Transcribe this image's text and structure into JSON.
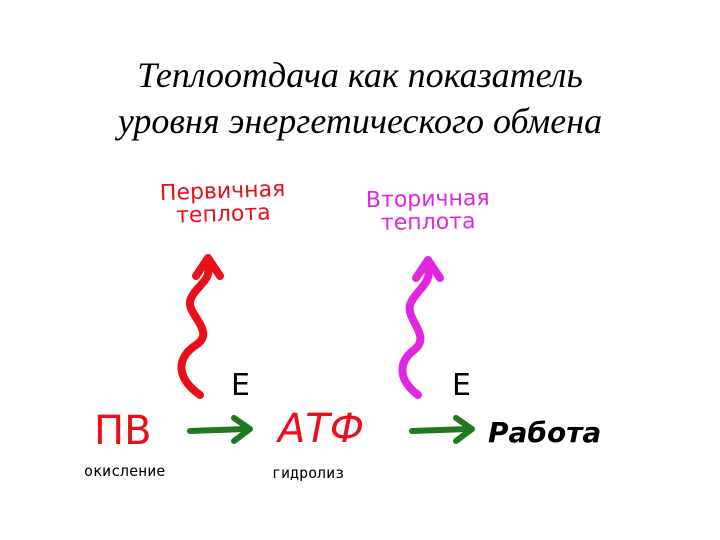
{
  "title": {
    "line1": "Теплоотдача как показатель",
    "line2": "уровня энергетического обмена"
  },
  "labels": {
    "primary_heat": [
      "Первичная",
      "теплота"
    ],
    "secondary_heat": [
      "Вторичная",
      "теплота"
    ],
    "pv": "ПВ",
    "atp": "АТФ",
    "work": "Работа",
    "energy_1": "Е",
    "energy_2": "Е",
    "oxidation": "окисление",
    "hydrolysis": "гидролиз"
  },
  "colors": {
    "red": "#e8101b",
    "magenta": "#e026e0",
    "arrow": "#1f7a1f",
    "text": "#000000"
  },
  "icons": [
    "wavy-up-arrow-red-icon",
    "wavy-up-arrow-magenta-icon",
    "right-arrow-icon"
  ]
}
